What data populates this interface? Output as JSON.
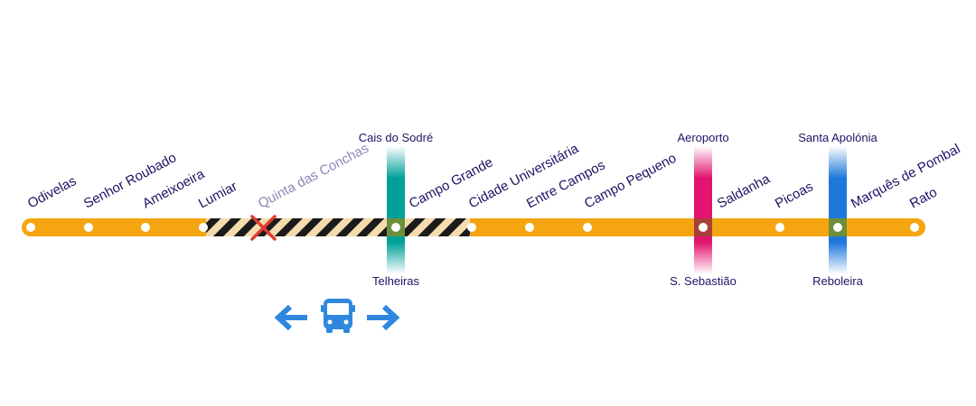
{
  "line": {
    "color": "#f5a50f",
    "closed_segment_colors": [
      "#1b1b1b",
      "#f4dcae"
    ],
    "stations": [
      {
        "name": "Odivelas",
        "closed": false
      },
      {
        "name": "Senhor Roubado",
        "closed": false
      },
      {
        "name": "Ameixoeira",
        "closed": false
      },
      {
        "name": "Lumiar",
        "closed": false
      },
      {
        "name": "Quinta das Conchas",
        "closed": true
      },
      {
        "name": "Campo Grande",
        "closed": false
      },
      {
        "name": "Cidade Universitária",
        "closed": false
      },
      {
        "name": "Entre Campos",
        "closed": false
      },
      {
        "name": "Campo Pequeno",
        "closed": false
      },
      {
        "name": "Saldanha",
        "closed": false
      },
      {
        "name": "Picoas",
        "closed": false
      },
      {
        "name": "Marquês de Pombal",
        "closed": false
      },
      {
        "name": "Rato",
        "closed": false
      }
    ]
  },
  "transfers": [
    {
      "station": "Campo Grande",
      "line_color": "#00a09a",
      "top_terminus": "Cais do Sodré",
      "bottom_terminus": "Telheiras"
    },
    {
      "station": "Saldanha",
      "line_color": "#e2146e",
      "top_terminus": "Aeroporto",
      "bottom_terminus": "S. Sebastião"
    },
    {
      "station": "Marquês de Pombal",
      "line_color": "#1e78dc",
      "top_terminus": "Santa Apolónia",
      "bottom_terminus": "Reboleira"
    }
  ],
  "replacement_bus": {
    "icon": "bus-icon",
    "arrows": [
      "arrow-left-icon",
      "arrow-right-icon"
    ],
    "color": "#2f88de"
  },
  "closed_marker": {
    "icon": "closed-cross-icon",
    "color": "#e03c31"
  }
}
